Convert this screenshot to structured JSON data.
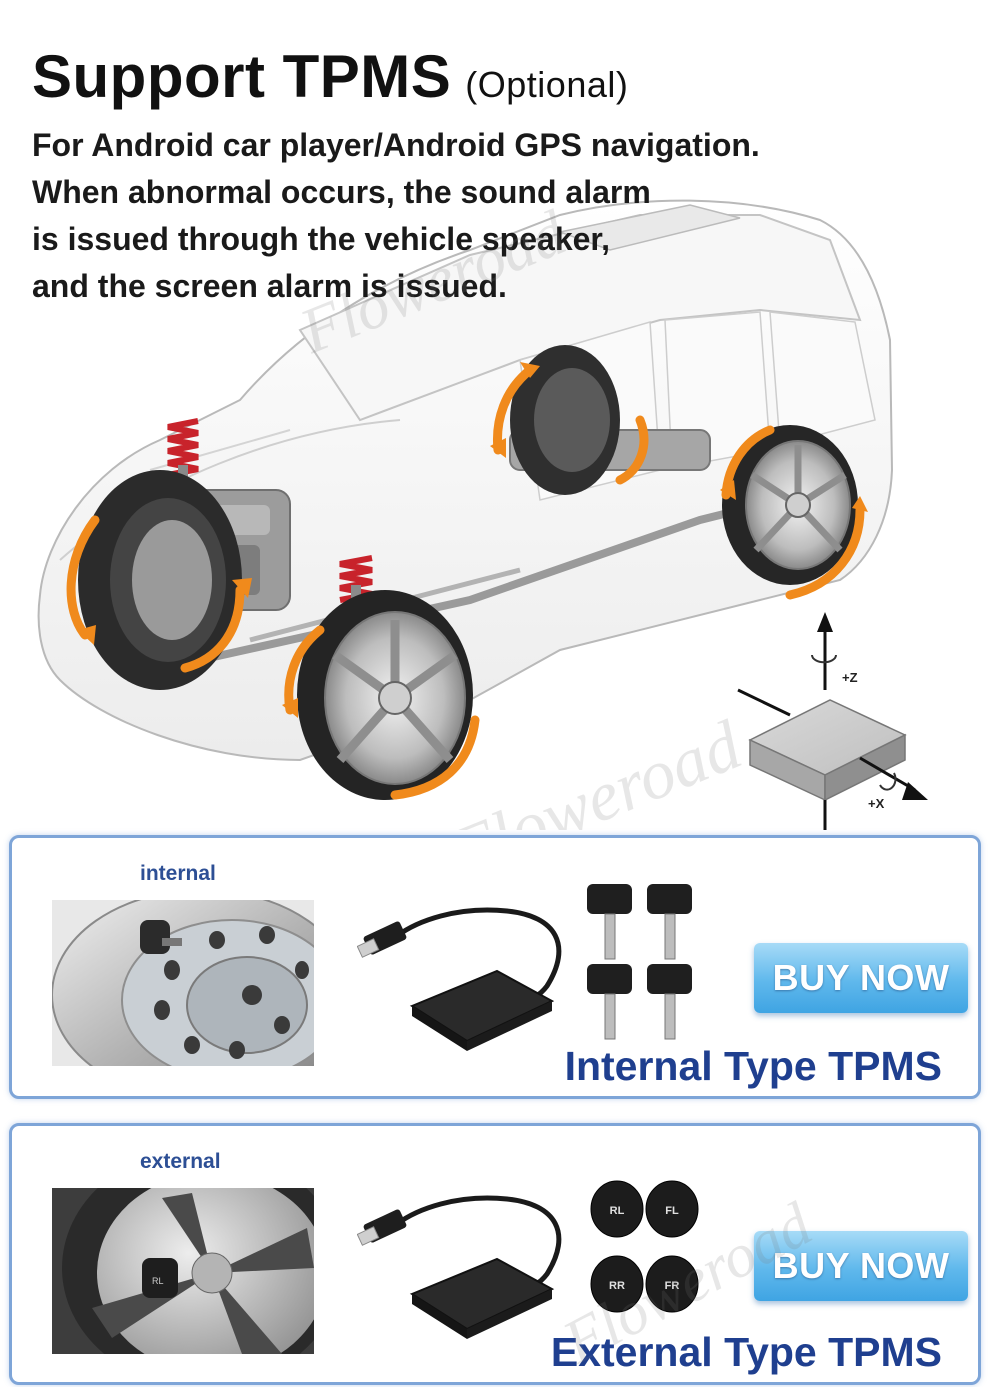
{
  "header": {
    "title": "Support TPMS",
    "title_suffix": "(Optional)",
    "description_lines": [
      "For Android car player/Android GPS navigation.",
      "When abnormal occurs, the sound alarm",
      "is issued through the vehicle speaker,",
      "and the screen alarm is issued."
    ]
  },
  "watermark": "Floweroad",
  "sensor_axes": {
    "z_label": "+Z",
    "x_label": "+X"
  },
  "internal": {
    "label": "internal",
    "button_label": "BUY NOW",
    "product_name": "Internal Type TPMS"
  },
  "external": {
    "label": "external",
    "button_label": "BUY NOW",
    "product_name": "External Type TPMS",
    "cap_labels": [
      "RL",
      "FL",
      "RR",
      "FR"
    ]
  },
  "colors": {
    "title_text": "#111111",
    "label_blue": "#2d4f95",
    "product_blue": "#1f3f8f",
    "panel_border": "#7ea5d8",
    "button_blue": "#5fb8ec",
    "arrow_orange": "#f08a1c",
    "spring_red": "#c8232b"
  }
}
